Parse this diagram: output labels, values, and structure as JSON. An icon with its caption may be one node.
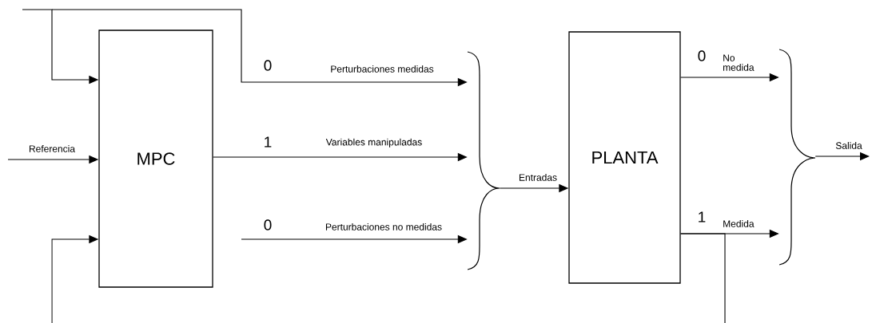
{
  "diagram": {
    "nodes": [
      {
        "text": [
          "MPC"
        ]
      },
      {
        "text": [
          "PLANTA"
        ]
      },
      {
        "text": [],
        "shape": "brace"
      },
      {
        "text": [],
        "shape": "brace"
      }
    ],
    "edges": [
      {
        "from": null,
        "to": 0,
        "arrow": "to"
      },
      {
        "from": null,
        "to": 0,
        "arrow": "to",
        "label": "Referencia"
      },
      {
        "from": null,
        "to": 0,
        "arrow": "to"
      },
      {
        "from": null,
        "to": 2,
        "arrow": "to",
        "label": "Perturbaciones medidas"
      },
      {
        "from": 0,
        "to": 2,
        "arrow": "to",
        "label": "Variables manipuladas"
      },
      {
        "from": null,
        "to": 2,
        "arrow": "to",
        "label": "Perturbaciones no medidas"
      },
      {
        "from": 2,
        "to": 1,
        "arrow": "to",
        "label": "Entradas"
      },
      {
        "from": 1,
        "to": 3,
        "arrow": "to",
        "label": "No medida"
      },
      {
        "from": 1,
        "to": 3,
        "arrow": "to",
        "label": "Medida"
      },
      {
        "from": 3,
        "to": null,
        "arrow": "to",
        "label": "Salida"
      },
      {
        "from": 1,
        "to": null,
        "arrow": "none"
      }
    ],
    "labels": [
      "0",
      "1",
      "0",
      "0",
      "1"
    ]
  }
}
